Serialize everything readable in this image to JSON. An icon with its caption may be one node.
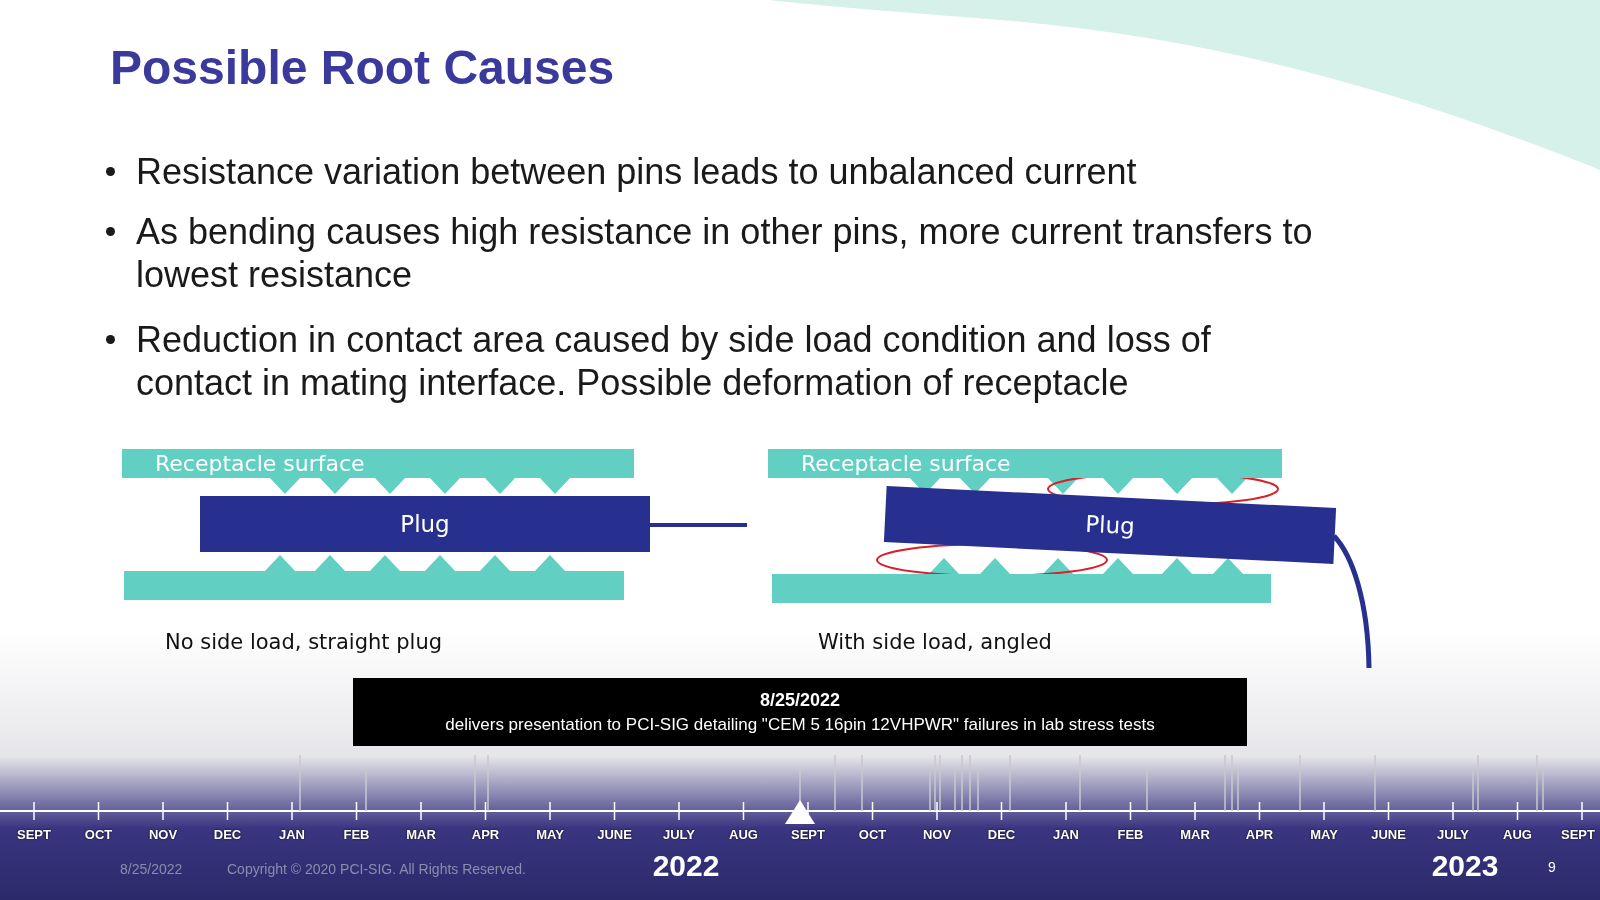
{
  "diagram": {
    "title": "Possible Root Causes",
    "nodes": [
      {
        "text": [
          "Receptacle surface"
        ]
      },
      {
        "text": [
          "Plug"
        ]
      },
      {
        "text": [],
        "shape": "bar"
      },
      {
        "text": [
          "Receptacle surface"
        ]
      },
      {
        "text": [
          "Plug"
        ]
      },
      {
        "text": [],
        "shape": "bar"
      }
    ],
    "edges": [],
    "labels": [
      "Resistance variation between pins leads to unbalanced current",
      "As bending causes high resistance in other pins, more current transfers to lowest resistance",
      "Reduction in contact area caused by side load condition and loss of contact in mating interface.  Possible deformation of receptacle",
      "No side load, straight plug",
      "With side load, angled",
      "8/25/2022",
      "delivers presentation to PCI-SIG detailing \"CEM 5 16pin 12VHPWR\" failures in lab stress tests",
      "SEPT",
      "OCT",
      "NOV",
      "DEC",
      "JAN",
      "FEB",
      "MAR",
      "APR",
      "MAY",
      "JUNE",
      "JULY",
      "AUG",
      "SEPT",
      "OCT",
      "NOV",
      "DEC",
      "JAN",
      "FEB",
      "MAR",
      "APR",
      "MAY",
      "JUNE",
      "JULY",
      "AUG",
      "SEPT",
      "8/25/2022",
      "Copyright © 2020 PCI-SIG. All Rights Reserved.",
      "2022",
      "2023",
      "9"
    ]
  }
}
